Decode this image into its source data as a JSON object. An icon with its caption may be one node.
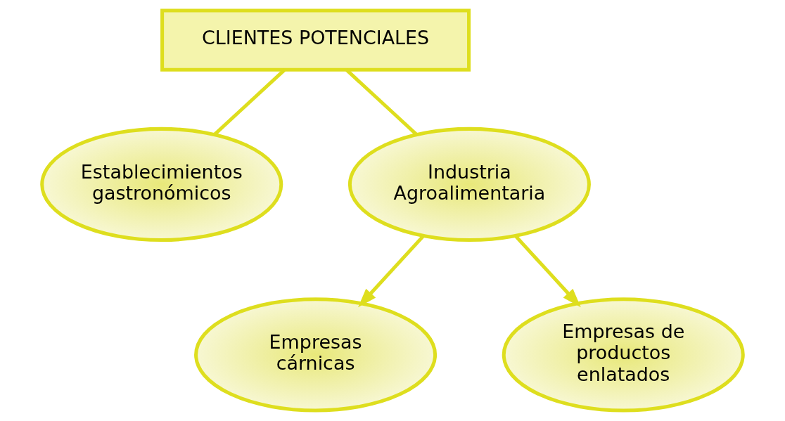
{
  "diagram": {
    "nodes": [
      {
        "text": [
          "CLIENTES POTENCIALES"
        ]
      },
      {
        "text": [
          "Establecimientos gastronómicos"
        ]
      },
      {
        "text": [
          "Industria Agroalimentaria"
        ]
      },
      {
        "text": [
          "Empresas cárnicas"
        ]
      },
      {
        "text": [
          "Empresas de productos enlatados"
        ]
      }
    ],
    "edges": [
      {
        "from": 0,
        "to": 1,
        "arrow": "none"
      },
      {
        "from": 0,
        "to": 2,
        "arrow": "none"
      },
      {
        "from": 2,
        "to": 3,
        "arrow": "to"
      },
      {
        "from": 2,
        "to": 4,
        "arrow": "to"
      }
    ]
  }
}
